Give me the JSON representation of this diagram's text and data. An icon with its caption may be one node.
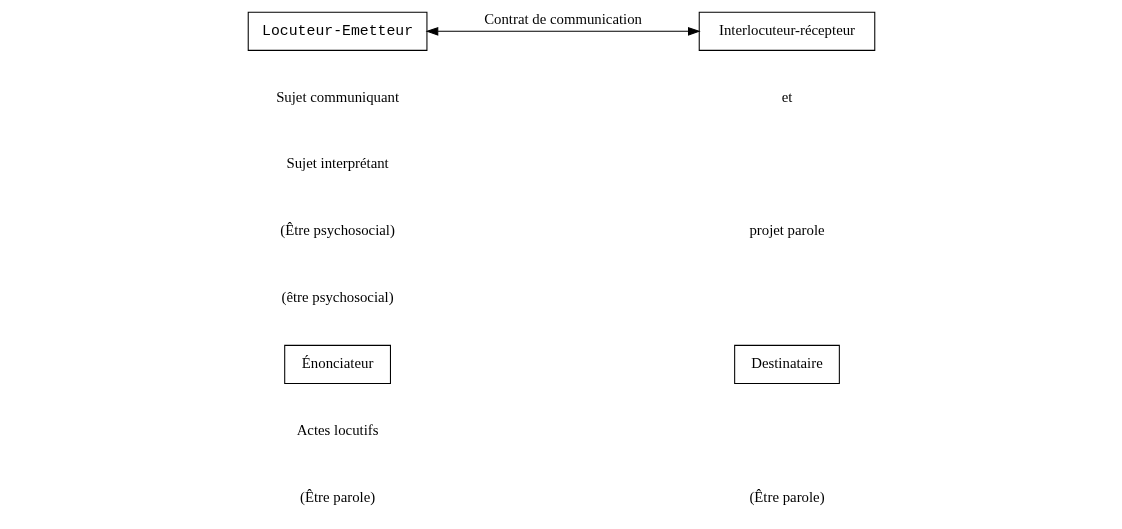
{
  "diagram": {
    "nodes": [
      {
        "text": [
          "Locuteur-Emetteur"
        ]
      },
      {
        "text": [
          "Interlocuteur-récepteur"
        ]
      },
      {
        "text": [
          "Énonciateur"
        ]
      },
      {
        "text": [
          "Destinataire"
        ]
      }
    ],
    "edges": [
      {
        "from": 0,
        "to": 1,
        "arrow": "both",
        "label": "Contrat de communication"
      }
    ],
    "labels": [
      "Sujet communiquant",
      "et",
      "Sujet interprétant",
      "(Être psychosocial)",
      "projet parole",
      "(être psychosocial)",
      "Actes locutifs",
      "(Être parole)",
      "(Être parole)"
    ]
  }
}
